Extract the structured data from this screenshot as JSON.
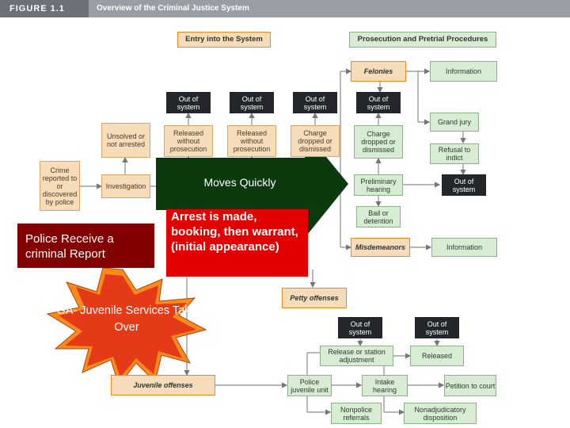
{
  "header": {
    "figure_label": "FIGURE 1.1",
    "title": "Overview of the Criminal Justice System"
  },
  "sections": {
    "entry": "Entry into the System",
    "prosecution": "Prosecution and Pretrial Procedures"
  },
  "boxes": {
    "crime_reported": "Crime reported to or discovered by police",
    "investigation": "Investigation",
    "unsolved": "Unsolved or not arrested",
    "released1": "Released without prosecution",
    "released2": "Released without prosecution",
    "charge_dropped1": "Charge dropped or dismissed",
    "charge_dropped2": "Charge dropped or dismissed",
    "oos1": "Out of system",
    "oos2": "Out of system",
    "oos3": "Out of system",
    "oos4": "Out of system",
    "oos5": "Out of system",
    "oos6": "Out of system",
    "oos7": "Out of system",
    "felonies": "Felonies",
    "information1": "Information",
    "grand_jury": "Grand jury",
    "refusal": "Refusal to indict",
    "prelim": "Preliminary hearing",
    "bail": "Bail or detention",
    "misdemeanors": "Misdemeanors",
    "information2": "Information",
    "petty": "Petty offenses",
    "release_station": "Release or station adjustment",
    "released": "Released",
    "police_juvenile": "Police juvenile unit",
    "intake": "Intake hearing",
    "petition": "Petition to court",
    "nonpolice": "Nonpolice referrals",
    "nonadjudicatory": "Nonadjudicatory disposition",
    "juvenile": "Juvenile offenses"
  },
  "overlays": {
    "moves_quickly": "Moves Quickly",
    "police_report": "Police Receive a criminal Report",
    "arrest": "Arrest is made, booking, then warrant, (initial appearance)",
    "juvenile_services": "GA- Juvenile Services Take Over"
  },
  "colors": {
    "arrow_green": "#0c3a0e",
    "police_red": "#820000",
    "arrest_red": "#e20000",
    "burst_red": "#e53a18",
    "burst_orange": "#ff8a1c"
  }
}
